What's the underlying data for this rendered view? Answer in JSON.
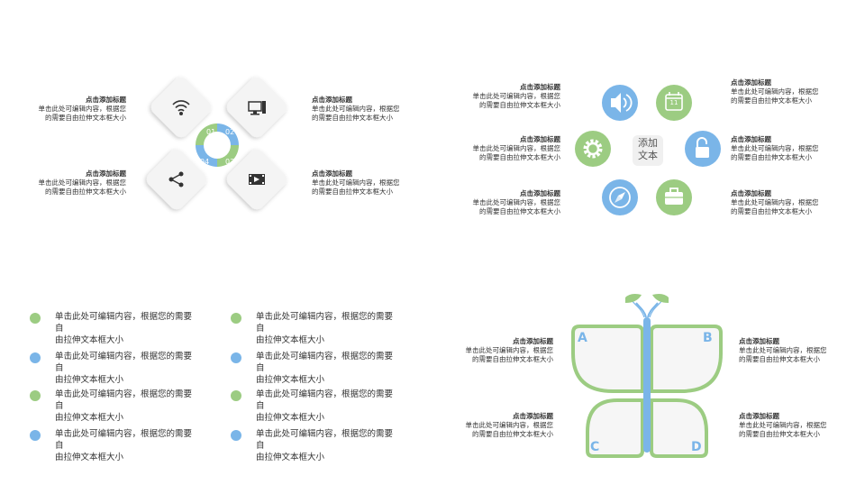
{
  "colors": {
    "green": "#9ccc82",
    "blue": "#7ab5e8",
    "gray": "#eeeeee",
    "text": "#333333"
  },
  "q1": {
    "steps": [
      "01",
      "02",
      "03",
      "04"
    ],
    "items": [
      {
        "title": "点击添加标题",
        "body1": "单击此处可编辑内容，根据您",
        "body2": "的需要自由拉伸文本框大小"
      },
      {
        "title": "点击添加标题",
        "body1": "单击此处可编辑内容，根据您",
        "body2": "的需要自由拉伸文本框大小"
      },
      {
        "title": "点击添加标题",
        "body1": "单击此处可编辑内容，根据您",
        "body2": "的需要自由拉伸文本框大小"
      },
      {
        "title": "点击添加标题",
        "body1": "单击此处可编辑内容，根据您",
        "body2": "的需要自由拉伸文本框大小"
      }
    ],
    "icons": [
      "wifi-icon",
      "monitor-icon",
      "share-icon",
      "video-icon"
    ]
  },
  "q2": {
    "center_line1": "添加",
    "center_line2": "文本",
    "calendar_day": "11",
    "items": [
      {
        "title": "点击添加标题",
        "body1": "单击此处可编辑内容，根据您",
        "body2": "的需要自由拉伸文本框大小"
      },
      {
        "title": "点击添加标题",
        "body1": "单击此处可编辑内容，根据您",
        "body2": "的需要自由拉伸文本框大小"
      },
      {
        "title": "点击添加标题",
        "body1": "单击此处可编辑内容，根据您",
        "body2": "的需要自由拉伸文本框大小"
      },
      {
        "title": "点击添加标题",
        "body1": "单击此处可编辑内容，根据您",
        "body2": "的需要自由拉伸文本框大小"
      },
      {
        "title": "点击添加标题",
        "body1": "单击此处可编辑内容，根据您",
        "body2": "的需要自由拉伸文本框大小"
      },
      {
        "title": "点击添加标题",
        "body1": "单击此处可编辑内容，根据您",
        "body2": "的需要自由拉伸文本框大小"
      }
    ],
    "icons": [
      "speaker-icon",
      "calendar-icon",
      "gear-icon",
      "unlock-icon",
      "compass-icon",
      "briefcase-icon"
    ]
  },
  "q3": {
    "items": [
      {
        "line1": "单击此处可编辑内容，根据您的需要自",
        "line2": "由拉伸文本框大小",
        "color": "green"
      },
      {
        "line1": "单击此处可编辑内容，根据您的需要自",
        "line2": "由拉伸文本框大小",
        "color": "blue"
      },
      {
        "line1": "单击此处可编辑内容，根据您的需要自",
        "line2": "由拉伸文本框大小",
        "color": "green"
      },
      {
        "line1": "单击此处可编辑内容，根据您的需要自",
        "line2": "由拉伸文本框大小",
        "color": "blue"
      },
      {
        "line1": "单击此处可编辑内容，根据您的需要自",
        "line2": "由拉伸文本框大小",
        "color": "green"
      },
      {
        "line1": "单击此处可编辑内容，根据您的需要自",
        "line2": "由拉伸文本框大小",
        "color": "blue"
      },
      {
        "line1": "单击此处可编辑内容，根据您的需要自",
        "line2": "由拉伸文本框大小",
        "color": "green"
      },
      {
        "line1": "单击此处可编辑内容，根据您的需要自",
        "line2": "由拉伸文本框大小",
        "color": "blue"
      }
    ]
  },
  "q4": {
    "wing_labels": [
      "A",
      "B",
      "C",
      "D"
    ],
    "items": [
      {
        "title": "点击添加标题",
        "body1": "单击此处可编辑内容，根据您",
        "body2": "的需要自由拉伸文本框大小"
      },
      {
        "title": "点击添加标题",
        "body1": "单击此处可编辑内容，根据您",
        "body2": "的需要自由拉伸文本框大小"
      },
      {
        "title": "点击添加标题",
        "body1": "单击此处可编辑内容，根据您",
        "body2": "的需要自由拉伸文本框大小"
      },
      {
        "title": "点击添加标题",
        "body1": "单击此处可编辑内容，根据您",
        "body2": "的需要自由拉伸文本框大小"
      }
    ]
  }
}
